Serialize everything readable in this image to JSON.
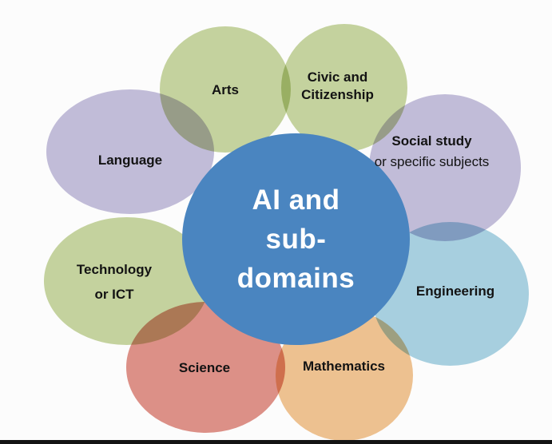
{
  "background_color": "#fcfcfc",
  "footer_bar_color": "#131313",
  "center": {
    "lines": [
      "AI and",
      "sub-",
      "domains"
    ],
    "color": "#4a85c0",
    "text_color": "#ffffff"
  },
  "petals": [
    {
      "name": "arts",
      "label": "Arts",
      "color": "#c7d5a0"
    },
    {
      "name": "civic",
      "label_line1": "Civic and",
      "label_line2": "Citizenship",
      "color": "#c7d5a0"
    },
    {
      "name": "language",
      "label": "Language",
      "color": "#c4bedb"
    },
    {
      "name": "social-study",
      "label_bold": "Social study",
      "label_rest": "or specific subjects",
      "color": "#c4bedb"
    },
    {
      "name": "technology",
      "label_line1": "Technology",
      "label_line2": "or ICT",
      "color": "#c7d5a0"
    },
    {
      "name": "engineering",
      "label": "Engineering",
      "color": "#a9d2e2"
    },
    {
      "name": "science",
      "label": "Science",
      "color": "#df9289"
    },
    {
      "name": "mathematics",
      "label": "Mathematics",
      "color": "#f0c492"
    }
  ]
}
